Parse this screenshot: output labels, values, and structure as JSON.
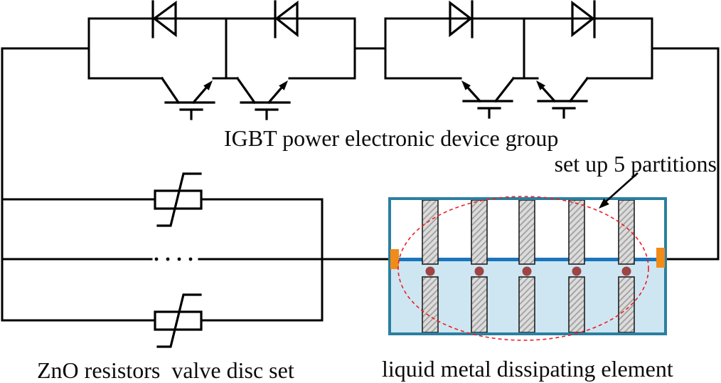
{
  "labels": {
    "igbt_group": "IGBT power electronic device group",
    "partition_note": "set up 5 partitions",
    "zno_set": "ZnO resistors  valve disc set",
    "liquid_element": "liquid metal dissipating element"
  },
  "colors": {
    "wire": "#000000",
    "tank_border": "#2b7f9f",
    "liquid_fill": "#cee6f2",
    "liquid_surface": "#1b75bc",
    "electrode_orange": "#f18b1a",
    "contact_maroon": "#a04343",
    "partition_fill": "#dcdcdc",
    "partition_hatch": "#a0a0a0",
    "annotation_red": "#ee1d23",
    "text": "#0b0b0b"
  },
  "counts": {
    "diodes": 4,
    "igbts": 4,
    "zno_varistors": 2,
    "partitions": 5,
    "liquid_contacts": 5
  }
}
